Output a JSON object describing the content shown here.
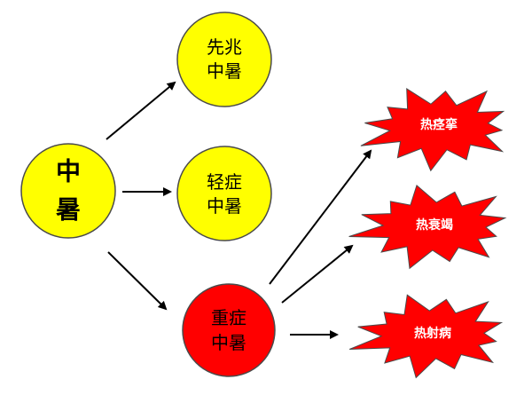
{
  "colors": {
    "yellow_fill": "#ffff00",
    "red_fill": "#ff0000",
    "outline": "#4a4a4a",
    "arrow": "#000000",
    "burst_text": "#ffffff"
  },
  "nodes": {
    "root": {
      "line1": "中",
      "line2": "暑"
    },
    "precursor": {
      "line1": "先兆",
      "line2": "中暑"
    },
    "mild": {
      "line1": "轻症",
      "line2": "中暑"
    },
    "severe": {
      "line1": "重症",
      "line2": "中暑"
    }
  },
  "outcomes": {
    "cramps": "热痉挛",
    "exhaustion": "热衰竭",
    "stroke": "热射病"
  }
}
